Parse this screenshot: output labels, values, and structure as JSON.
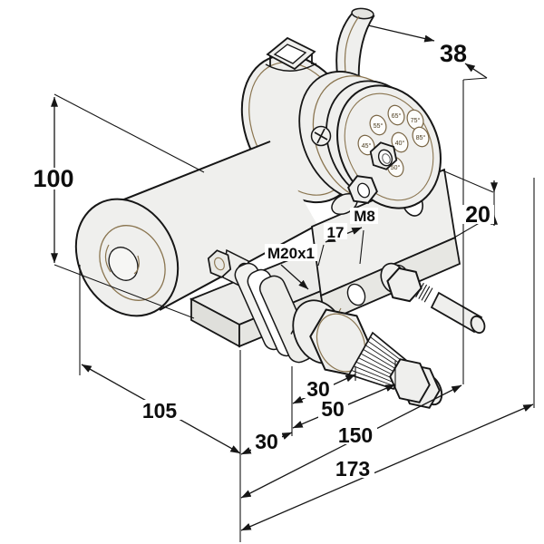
{
  "dimensions": {
    "overall_height": "100",
    "housing_depth": "38",
    "bar_height": "20",
    "motor_length": "105",
    "bracket_offset": "30",
    "shaft_to_crank": "30",
    "crank_span": "50",
    "mount_span": "150",
    "overall_width": "173"
  },
  "annotations": {
    "shaft_thread": "M20x1",
    "shaft_length": "17",
    "crank_nut_thread": "M8"
  },
  "sweep_angle_markings": [
    "55°",
    "65°",
    "75°",
    "85°",
    "45°",
    "40°",
    "50°"
  ],
  "colors": {
    "line": "#161616",
    "accent_line": "#8a7550",
    "body_fill": "#efefed",
    "background": "#ffffff"
  }
}
